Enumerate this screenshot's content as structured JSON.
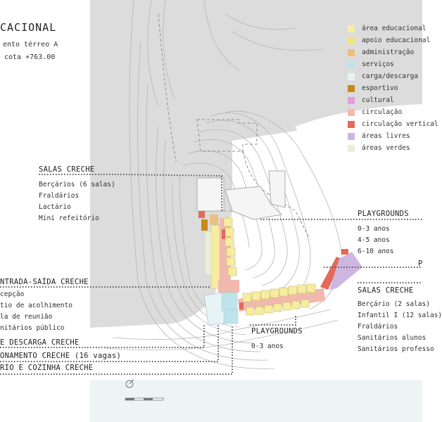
{
  "header": {
    "title": "CACIONAL",
    "subtitle_1": "ento térreo A",
    "subtitle_2": "cota +763.00"
  },
  "legend": [
    {
      "label": "área educacional",
      "color": "#f7eda0"
    },
    {
      "label": "apoio educacional",
      "color": "#f2e27a"
    },
    {
      "label": "administração",
      "color": "#ebc07e"
    },
    {
      "label": "serviços",
      "color": "#bfe3eb"
    },
    {
      "label": "carga/descarga",
      "color": "#e6f4f6"
    },
    {
      "label": "esportivo",
      "color": "#c88a1a"
    },
    {
      "label": "cultural",
      "color": "#e99ae3"
    },
    {
      "label": "circulação",
      "color": "#f1b9ae"
    },
    {
      "label": "circulação vertical",
      "color": "#e26a5a"
    },
    {
      "label": "áreas livres",
      "color": "#cdb7e0"
    },
    {
      "label": "áreas verdes",
      "color": "#e8efd5"
    }
  ],
  "salas_creche_left": {
    "heading": "SALAS CRECHE",
    "items": [
      "Berçários (6 salas)",
      "Fraldários",
      "Lactário",
      "Mini refeitório"
    ]
  },
  "entrada_saida": {
    "heading": "NTRADA-SAÍDA CRECHE",
    "items": [
      "cepção",
      "tio de acolhimento",
      "la de reunião",
      "nitários público"
    ]
  },
  "carga_descarga": {
    "heading": "E DESCARGA CRECHE"
  },
  "estacionamento": {
    "heading": "ONAMENTO CRECHE (16 vagas)"
  },
  "refeitorio": {
    "heading": "RIO E COZINHA CRECHE"
  },
  "playgrounds_top": {
    "heading": "PLAYGROUNDS",
    "items": [
      "0-3 anos",
      "4-5 anos",
      "6-10 anos"
    ]
  },
  "playgrounds_bottom": {
    "heading": "PLAYGROUNDS",
    "items": [
      "0-3 anos"
    ]
  },
  "salas_creche_right": {
    "heading": "SALAS CRECHE",
    "items": [
      "Berçário (2 salas)",
      "Infantil I (12 salas)",
      "Fraldários",
      "Sanitários alunos",
      "Sanitários professo"
    ]
  },
  "cut_label_right": {
    "heading": "P"
  }
}
